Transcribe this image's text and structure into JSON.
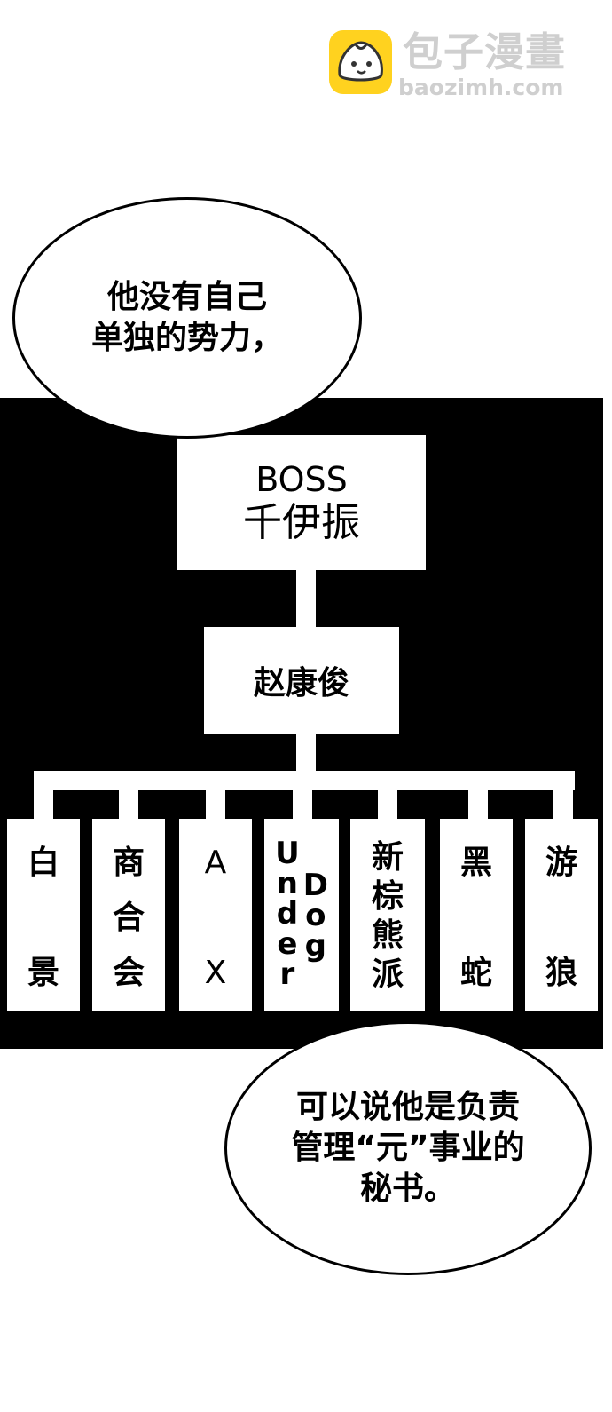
{
  "watermark": {
    "site_name": "包子漫畫",
    "site_url": "baozimh.com",
    "badge_color": "#ffd21f"
  },
  "bubble_top": {
    "lines": [
      "他没有自己",
      "单独的势力，"
    ]
  },
  "bubble_bottom": {
    "lines": [
      "可以说他是负责",
      "管理“元”事业的",
      "秘书。"
    ]
  },
  "org_chart": {
    "top_box": {
      "label": "BOSS",
      "name": "千伊振"
    },
    "middle_box": {
      "name": "赵康俊"
    },
    "leaves": [
      {
        "id": "baijing",
        "chars": [
          "白",
          "景"
        ]
      },
      {
        "id": "shanghehui",
        "chars": [
          "商",
          "合",
          "会"
        ]
      },
      {
        "id": "ax",
        "chars": [
          "A",
          "X"
        ]
      },
      {
        "id": "underdog",
        "col1": [
          "U",
          "n",
          "d",
          "e",
          "r"
        ],
        "col2": [
          "D",
          "o",
          "g"
        ]
      },
      {
        "id": "xinzongxiongpai",
        "chars": [
          "新",
          "棕",
          "熊",
          "派"
        ]
      },
      {
        "id": "heishe",
        "chars": [
          "黑",
          "蛇"
        ]
      },
      {
        "id": "youlang",
        "chars": [
          "游",
          "狼"
        ]
      }
    ]
  },
  "colors": {
    "panel": "#000000",
    "box": "#ffffff",
    "watermark_text": "#cfcfcf"
  }
}
